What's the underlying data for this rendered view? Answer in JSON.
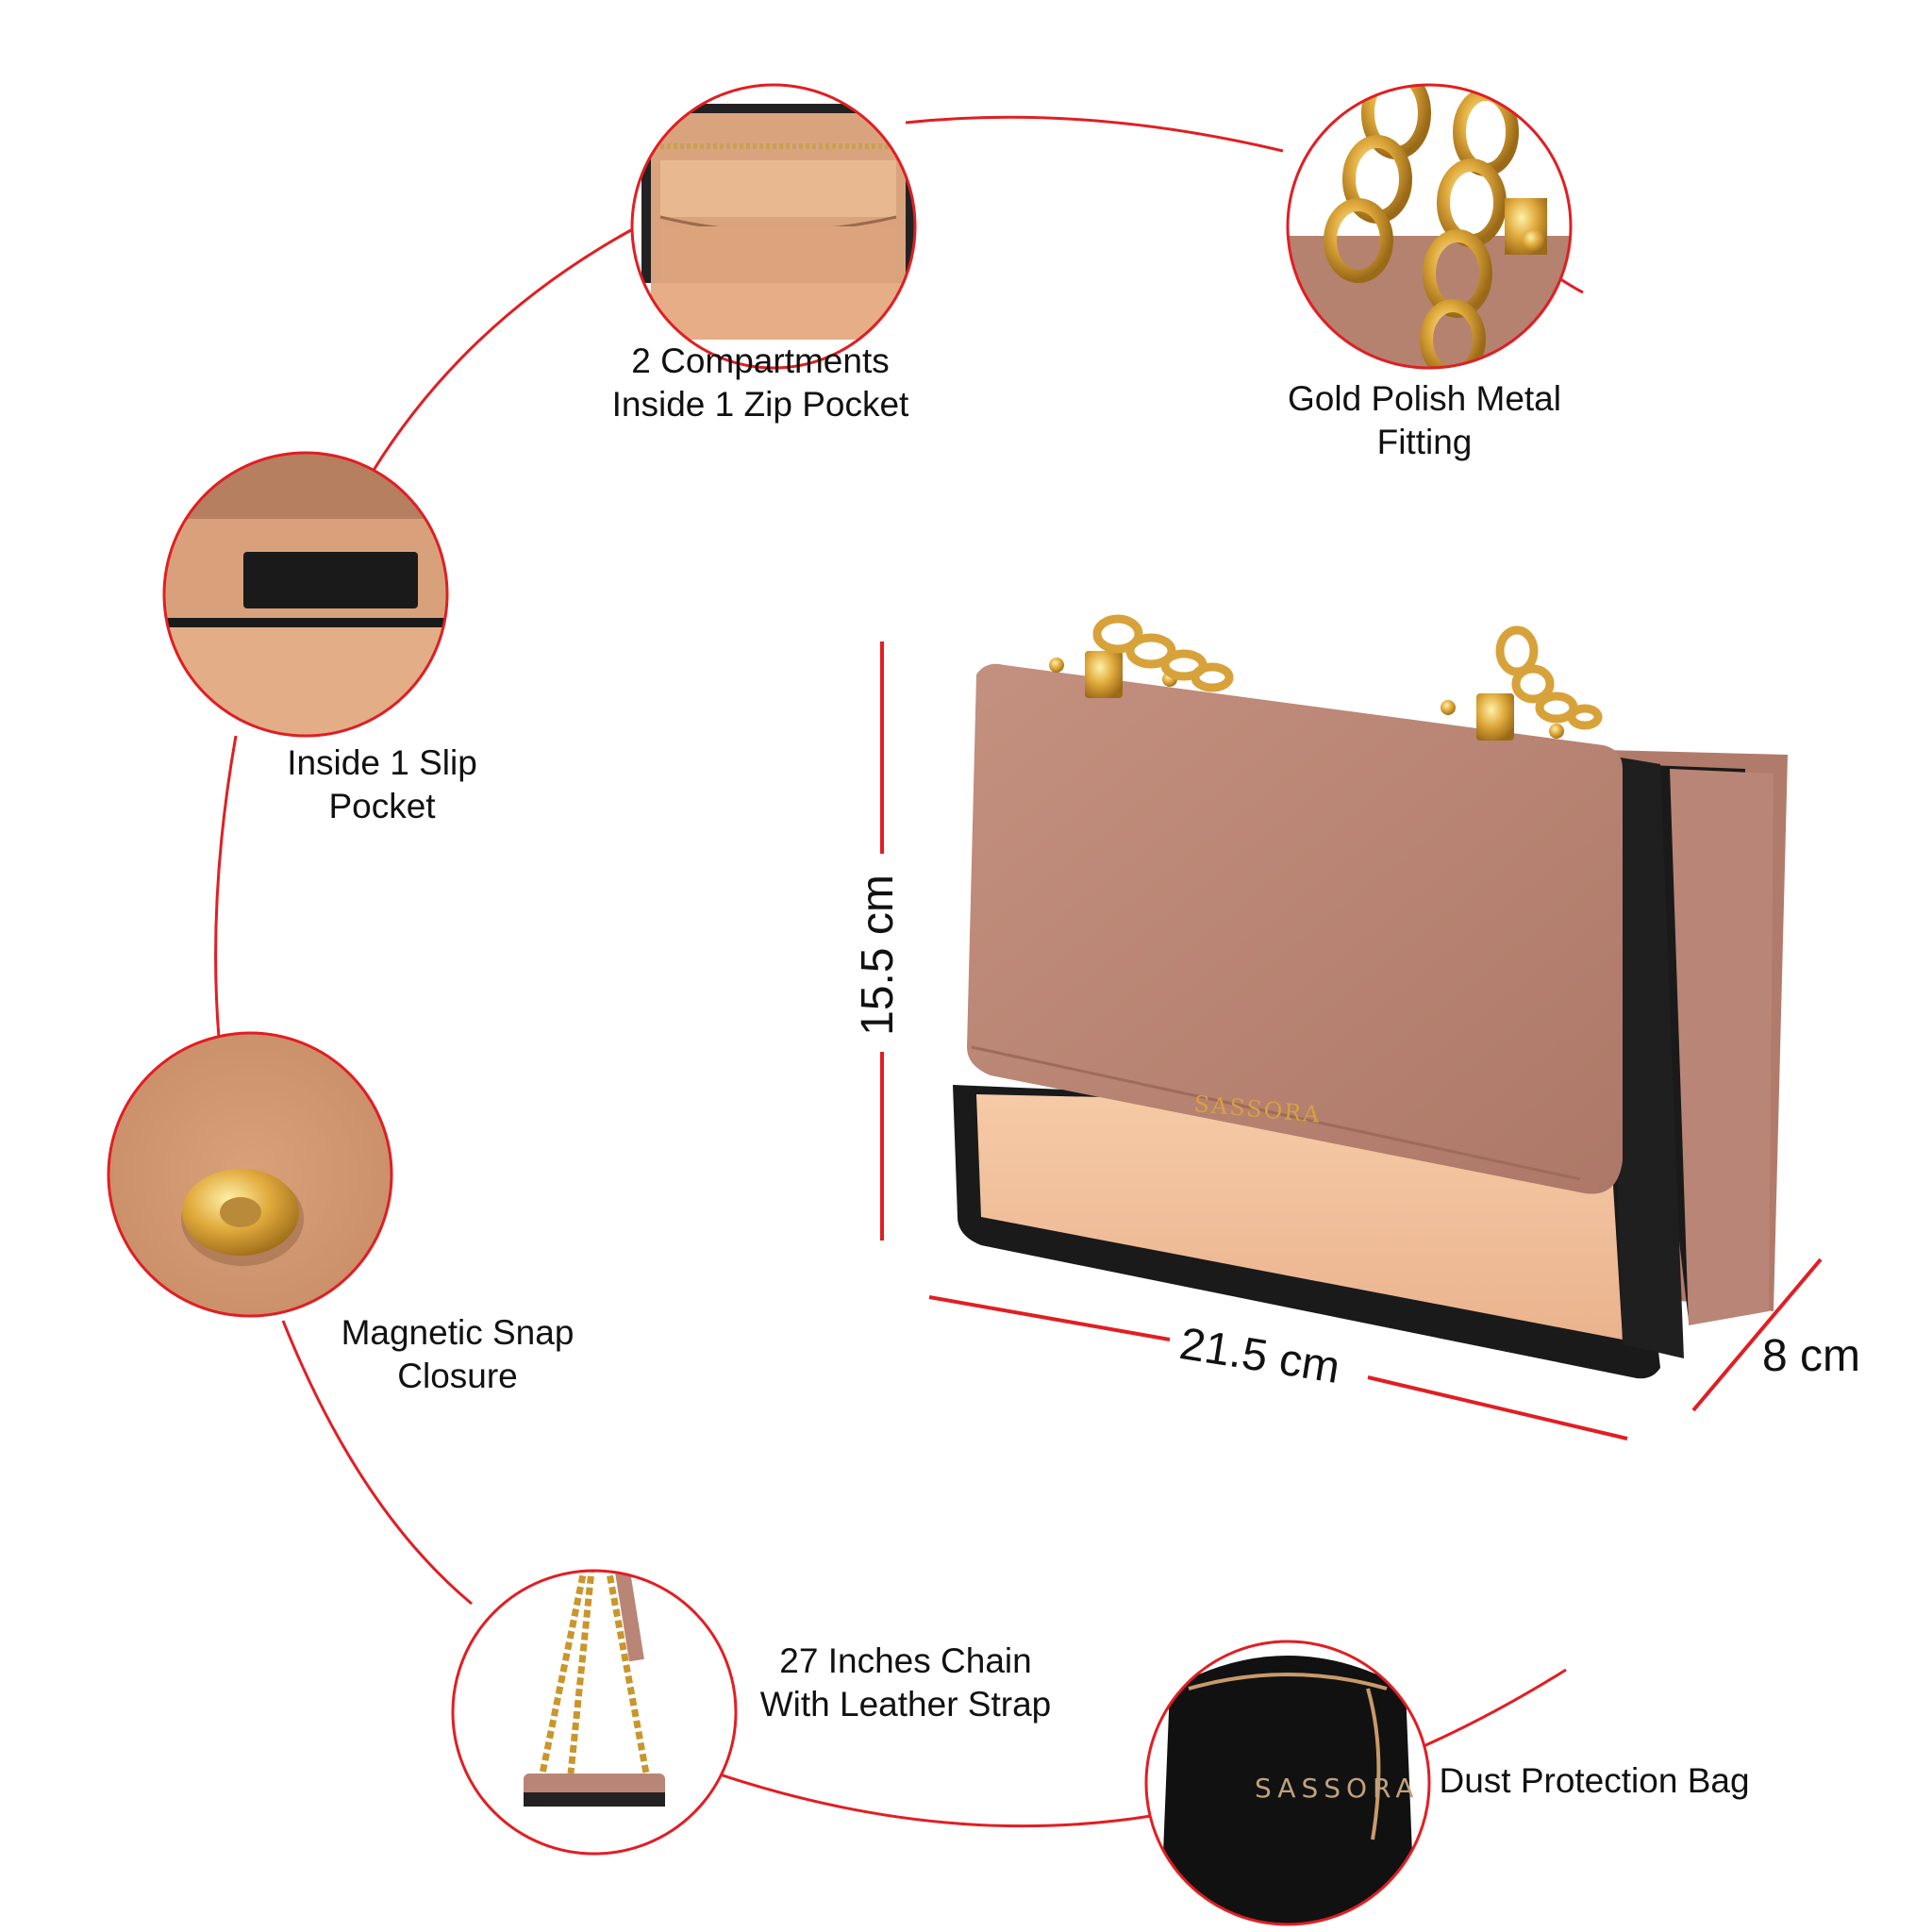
{
  "features": [
    {
      "id": "compartments",
      "line1": "2 Compartments",
      "line2": "Inside 1 Zip Pocket",
      "icon": "open-bag-interior"
    },
    {
      "id": "metal",
      "line1": "Gold Polish Metal",
      "line2": "Fitting",
      "icon": "gold-chain-closeup"
    },
    {
      "id": "slip",
      "line1": "Inside 1 Slip",
      "line2": "Pocket",
      "icon": "slip-pocket-closeup"
    },
    {
      "id": "magnet",
      "line1": "Magnetic Snap",
      "line2": "Closure",
      "icon": "magnetic-snap-closeup"
    },
    {
      "id": "chain",
      "line1": "27 Inches Chain",
      "line2": "With Leather Strap",
      "icon": "chain-strap-bag"
    },
    {
      "id": "dustbag",
      "line1": "Dust Protection Bag",
      "line2": "",
      "icon": "dust-bag"
    }
  ],
  "dimensions": {
    "height": "15.5 cm",
    "width": "21.5 cm",
    "depth": "8 cm"
  },
  "brand": {
    "logo_text": "SASSORA",
    "dust_bag_text": "SASSORA"
  },
  "colors": {
    "accent_red": "#e11e23",
    "bag_mauve": "#b98576",
    "bag_peach": "#f2c09b",
    "lining_tan": "#d9a681",
    "gold": "#d8a23a",
    "black": "#111111"
  }
}
